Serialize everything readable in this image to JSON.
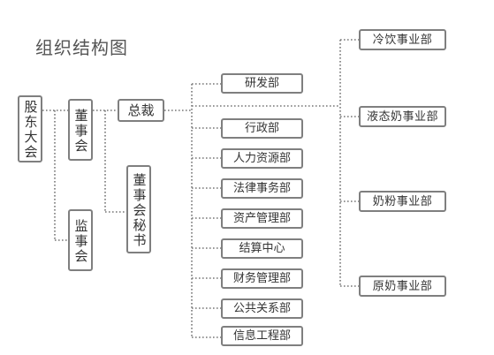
{
  "title": "组织结构图",
  "top": {
    "shareholders": "股东大会",
    "board": "董事会",
    "supervisors": "监事会",
    "board_secretary": "董事会秘书",
    "ceo": "总裁"
  },
  "departments": [
    "研发部",
    "行政部",
    "人力资源部",
    "法律事务部",
    "资产管理部",
    "结算中心",
    "财务管理部",
    "公共关系部",
    "信息工程部"
  ],
  "business_units": [
    "冷饮事业部",
    "液态奶事业部",
    "奶粉事业部",
    "原奶事业部"
  ],
  "colors": {
    "border": "#7f7f7f",
    "text": "#333333",
    "title": "#555555",
    "connector": "#777777"
  }
}
